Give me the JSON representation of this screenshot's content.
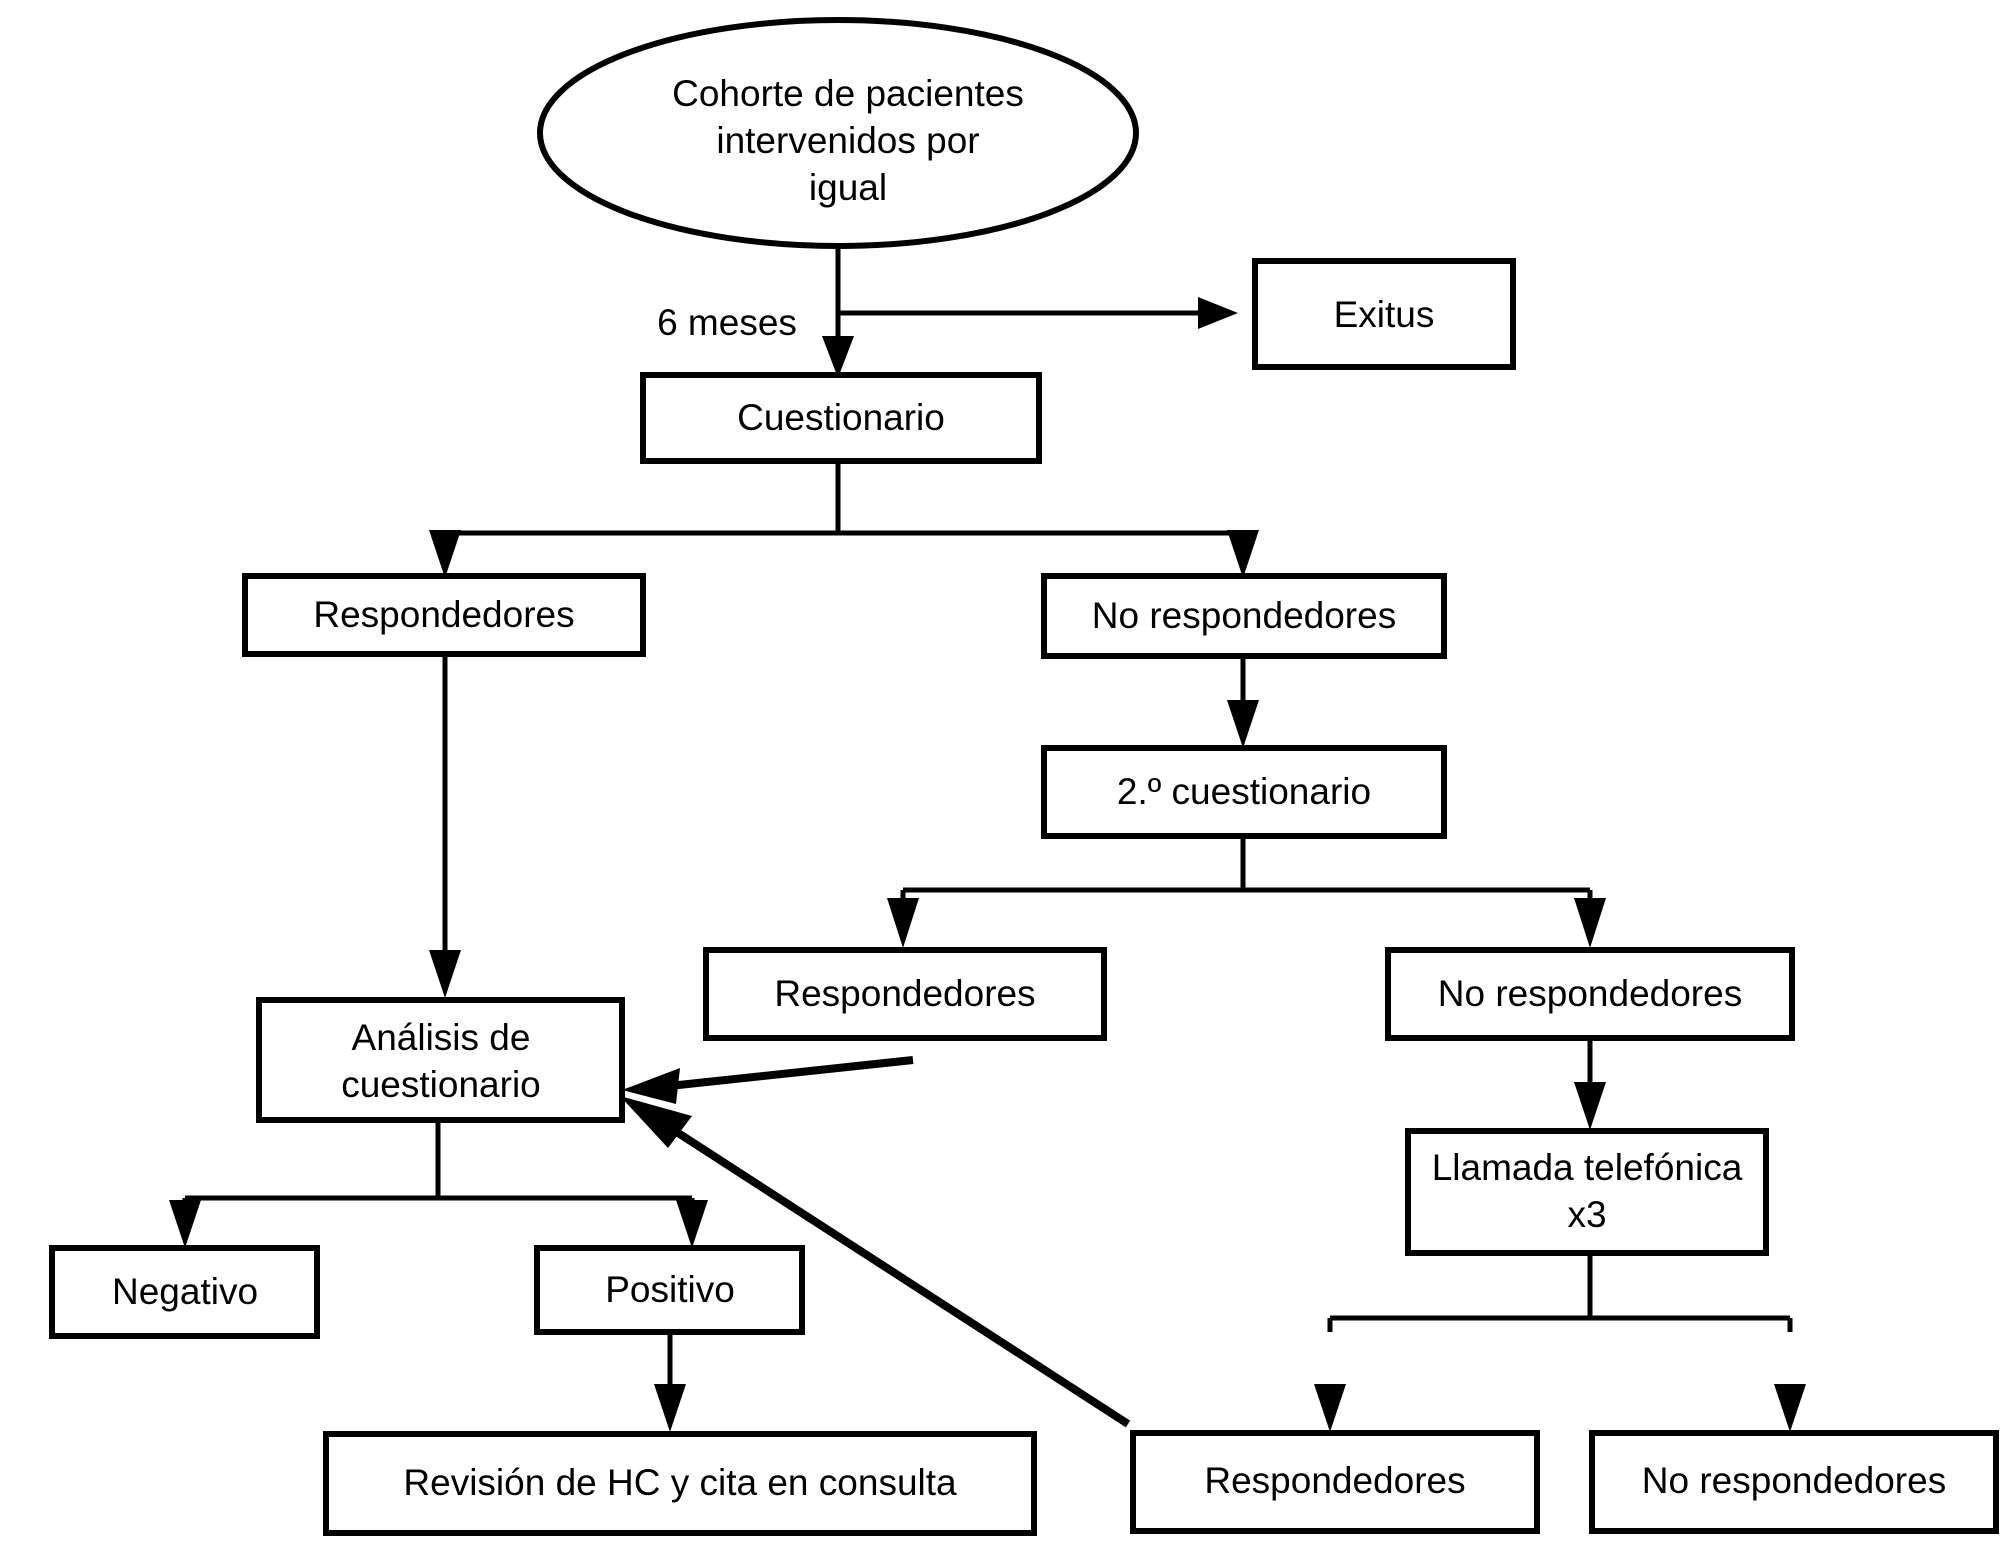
{
  "diagram": {
    "type": "flowchart",
    "title": "Cohorte de pacientes intervenidos por igual",
    "language": "es",
    "background_color": "#ffffff",
    "line_color": "#000000",
    "text_color": "#000000",
    "nodes": {
      "cohorte": {
        "label_line1": "Cohorte de pacientes",
        "label_line2": "intervenidos por",
        "label_line3": "igual",
        "shape": "ellipse"
      },
      "exitus": {
        "label": "Exitus",
        "shape": "rect"
      },
      "cuestionario": {
        "label": "Cuestionario",
        "shape": "rect"
      },
      "respondedores1": {
        "label": "Respondedores",
        "shape": "rect"
      },
      "no_respondedores1": {
        "label": "No respondedores",
        "shape": "rect"
      },
      "cuestionario2": {
        "label": "2.º cuestionario",
        "shape": "rect"
      },
      "respondedores2": {
        "label": "Respondedores",
        "shape": "rect"
      },
      "no_respondedores2": {
        "label": "No respondedores",
        "shape": "rect"
      },
      "llamada": {
        "label_line1": "Llamada telefónica",
        "label_line2": "x3",
        "shape": "rect"
      },
      "respondedores3": {
        "label": "Respondedores",
        "shape": "rect"
      },
      "no_respondedores3": {
        "label": "No respondedores",
        "shape": "rect"
      },
      "analisis": {
        "label_line1": "Análisis de",
        "label_line2": "cuestionario",
        "shape": "rect"
      },
      "negativo": {
        "label": "Negativo",
        "shape": "rect"
      },
      "positivo": {
        "label": "Positivo",
        "shape": "rect"
      },
      "revision": {
        "label": "Revisión de HC y cita en consulta",
        "shape": "rect"
      }
    },
    "edge_labels": {
      "seis_meses": "6 meses"
    },
    "edges": [
      {
        "from": "cohorte",
        "to": "cuestionario",
        "label": "6 meses"
      },
      {
        "from": "cohorte",
        "to": "exitus",
        "label": ""
      },
      {
        "from": "cuestionario",
        "to": "respondedores1",
        "label": ""
      },
      {
        "from": "cuestionario",
        "to": "no_respondedores1",
        "label": ""
      },
      {
        "from": "no_respondedores1",
        "to": "cuestionario2",
        "label": ""
      },
      {
        "from": "cuestionario2",
        "to": "respondedores2",
        "label": ""
      },
      {
        "from": "cuestionario2",
        "to": "no_respondedores2",
        "label": ""
      },
      {
        "from": "no_respondedores2",
        "to": "llamada",
        "label": ""
      },
      {
        "from": "llamada",
        "to": "respondedores3",
        "label": ""
      },
      {
        "from": "llamada",
        "to": "no_respondedores3",
        "label": ""
      },
      {
        "from": "respondedores1",
        "to": "analisis",
        "label": ""
      },
      {
        "from": "respondedores2",
        "to": "analisis",
        "label": ""
      },
      {
        "from": "respondedores3",
        "to": "analisis",
        "label": ""
      },
      {
        "from": "analisis",
        "to": "negativo",
        "label": ""
      },
      {
        "from": "analisis",
        "to": "positivo",
        "label": ""
      },
      {
        "from": "positivo",
        "to": "revision",
        "label": ""
      }
    ]
  }
}
